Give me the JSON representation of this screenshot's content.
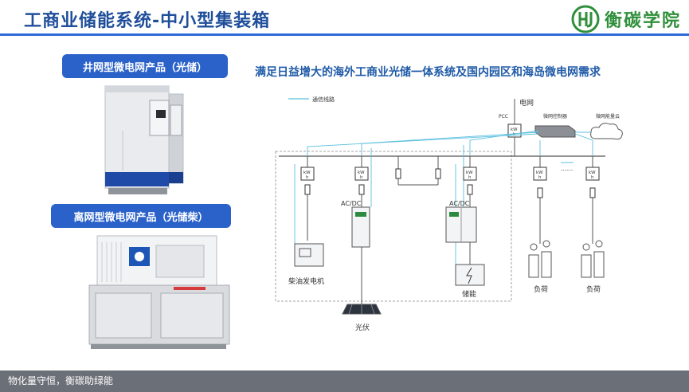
{
  "title": "工商业储能系统-中小型集装箱",
  "logo": {
    "text": "衡碳学院"
  },
  "products": {
    "grid_tied_label": "井网型微电网产品（光储）",
    "off_grid_label": "离网型微电网产品（光储柴）"
  },
  "headline": "满足日益增大的海外工商业光储一体系统及国内园区和海岛微电网需求",
  "diagram": {
    "legend_comm": "通信线路",
    "grid": "电网",
    "pcc": "PCC",
    "controller": "微网控制器",
    "cloud": "微网能量云",
    "meter_top": "kW",
    "meter_bottom": "h",
    "acdc": "AC/DC",
    "diesel": "柴油发电机",
    "pv": "光伏",
    "storage": "储能",
    "load": "负荷",
    "dots": "......"
  },
  "colors": {
    "brand": "#1f4e9a",
    "badge": "#2a62c9",
    "headline": "#1f5aa8",
    "comm_line": "#5bc0de",
    "logo": "#2f8f3a"
  },
  "footer": {
    "slogan": "物化量守恒，衡碳助绿能"
  }
}
